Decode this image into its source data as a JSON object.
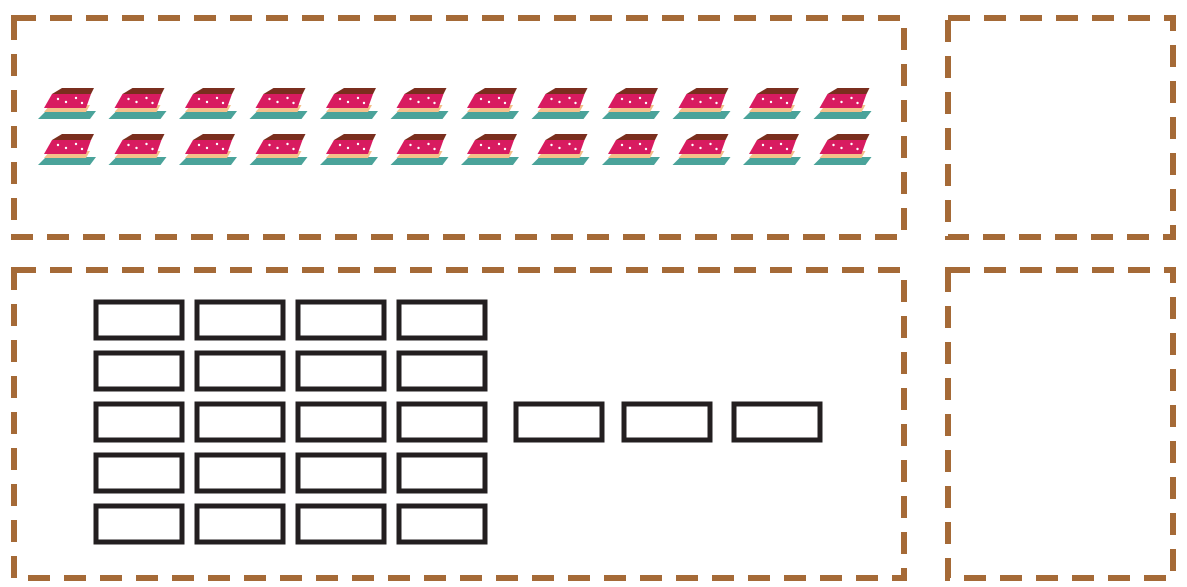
{
  "colors": {
    "frame": "#a56a37",
    "box_stroke": "#231f20",
    "cake_frosting": "#d81b60",
    "cake_top": "#7a2e1e",
    "cake_sponge": "#f4c08a",
    "cake_plate": "#4aa39a"
  },
  "panels": [
    {
      "id": "cake-panel",
      "icon": "cake-icon"
    },
    {
      "id": "top-right-answer-panel"
    },
    {
      "id": "box-grid-panel"
    },
    {
      "id": "bottom-right-answer-panel"
    }
  ],
  "cake_group": {
    "rows": 2,
    "per_row": 12,
    "total": 24,
    "icon": "cake-icon"
  },
  "box_model": {
    "grid_rows": 5,
    "grid_cols": 4,
    "grid_total": 20,
    "extra_boxes": 3
  }
}
